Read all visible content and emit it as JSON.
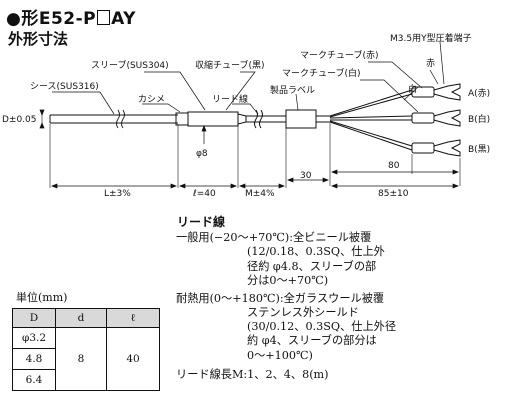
{
  "header": {
    "bullet": "●",
    "model_prefix": "形E52-P",
    "model_suffix": "AY",
    "subtitle": "外形寸法"
  },
  "drawing_labels": {
    "terminal": "M3.5用Y型圧着端子",
    "marker_red": "マークチューブ(赤)",
    "marker_white": "マークチューブ(白)",
    "sleeve": "スリーブ(SUS304)",
    "shrink_tube": "収縮チューブ(黒)",
    "sheath": "シース(SUS316)",
    "kashime": "カシメ",
    "lead_wire": "リード線",
    "product_label": "製品ラベル",
    "red_small": "赤",
    "white_small": "白",
    "out_a": "A(赤)",
    "out_b1": "B(白)",
    "out_b2": "B(黒)",
    "diameter": "D±0.05",
    "phi8": "φ8",
    "dim_l": "L±3%",
    "dim_ell": "ℓ=40",
    "dim_m": "M±4%",
    "dim_30": "30",
    "dim_80": "80",
    "dim_85": "85±10"
  },
  "lead_spec": {
    "heading": "リード線",
    "lines": [
      "一般用(−20〜+70℃):全ビニール被覆",
      "(12/0.18、0.3SQ、仕上外",
      "径約 φ4.8、スリーブの部",
      "分は0〜+70℃)",
      "耐熱用(0〜+180℃):全ガラスウール被覆",
      "ステンレス外シールド",
      "(30/0.12、0.3SQ、仕上外径",
      "約 φ4、スリーブの部分は",
      "0〜+100℃)",
      "リード線長M:1、2、4、8(m)"
    ]
  },
  "table": {
    "unit_label": "単位(mm)",
    "headers": [
      "D",
      "d",
      "ℓ"
    ],
    "d_values": [
      "φ3.2",
      "4.8",
      "6.4"
    ],
    "d_common": "8",
    "ell_common": "40"
  }
}
